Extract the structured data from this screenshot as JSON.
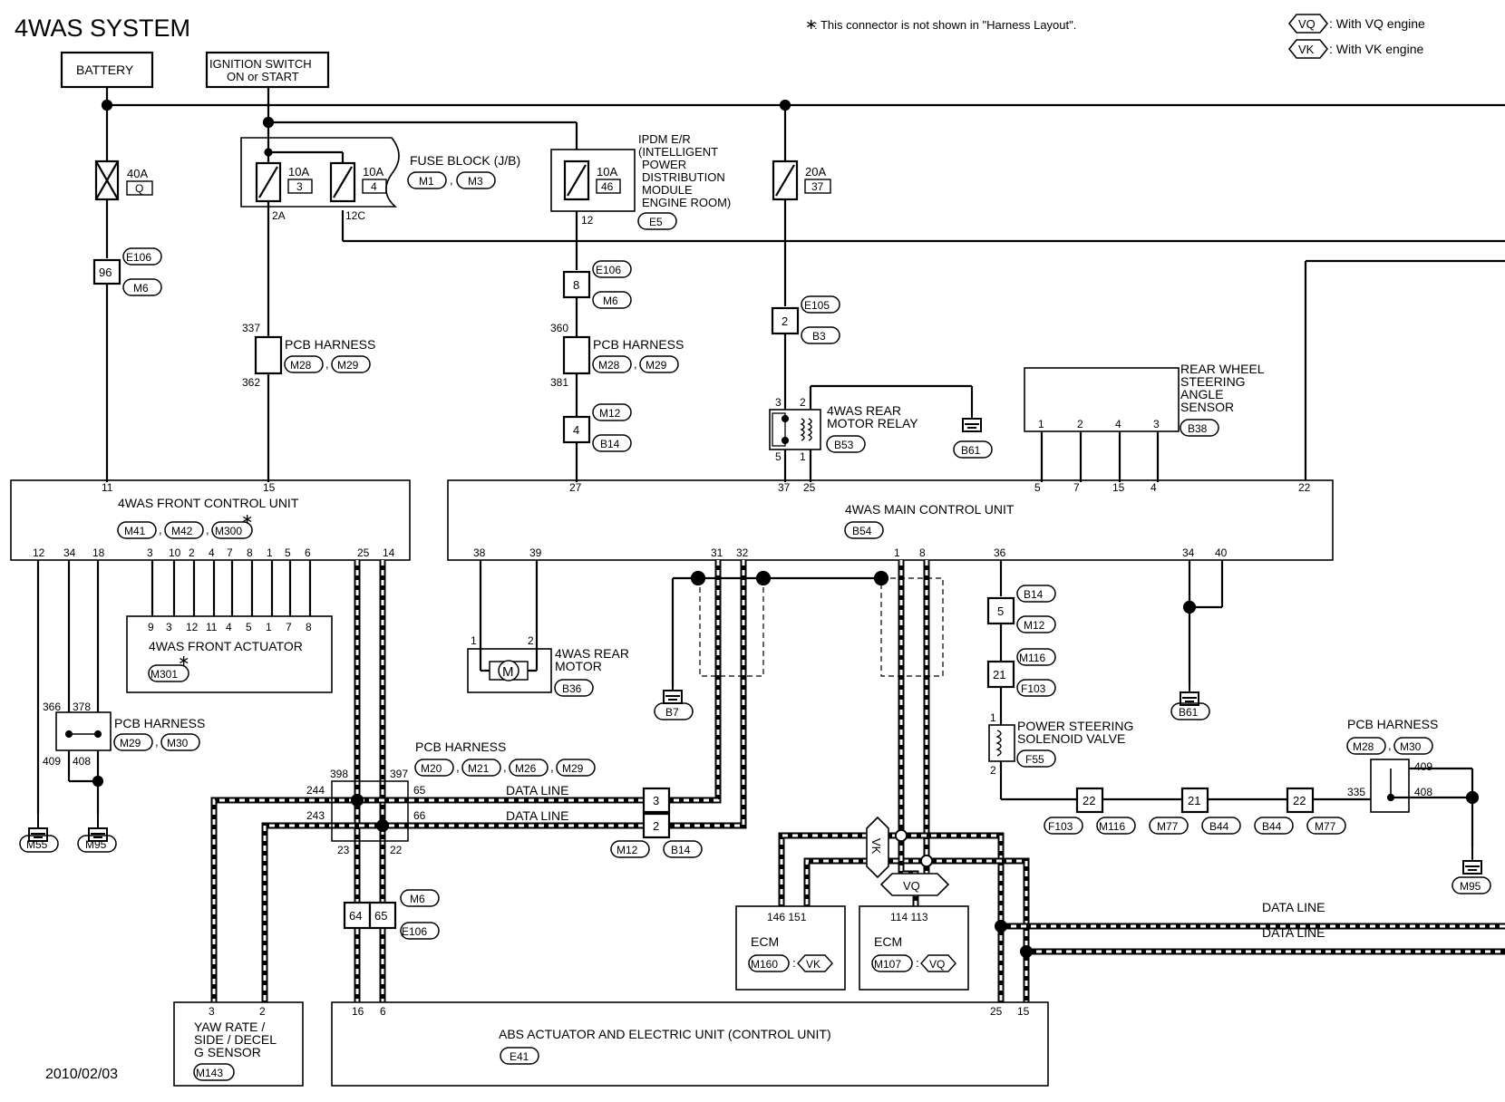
{
  "title": "4WAS SYSTEM",
  "notes": {
    "star": "∗",
    "star_text": ": This connector is not shown in \"Harness Layout\".",
    "vq_tag": "VQ",
    "vq_text": ": With VQ engine",
    "vk_tag": "VK",
    "vk_text": ": With VK engine"
  },
  "date": "2010/02/03",
  "power": {
    "battery": "BATTERY",
    "ignition_line1": "IGNITION SWITCH",
    "ignition_line2": "ON or START"
  },
  "fuses": {
    "f40_amp": "40A",
    "f40_id": "Q",
    "f10a_amp": "10A",
    "f10a_id": "3",
    "f10b_amp": "10A",
    "f10b_id": "4",
    "f10c_amp": "10A",
    "f10c_id": "46",
    "f20_amp": "20A",
    "f20_id": "37"
  },
  "fuse_block": {
    "name": "FUSE BLOCK (J/B)",
    "c1": "M1",
    "c2": "M3",
    "pin_a": "2A",
    "pin_b": "12C"
  },
  "ipdm": {
    "line1": "IPDM E/R",
    "line2": "(INTELLIGENT",
    "line3": "POWER",
    "line4": "DISTRIBUTION",
    "line5": "MODULE",
    "line6": "ENGINE ROOM)",
    "conn": "E5",
    "pin": "12"
  },
  "j96": {
    "pin": "96",
    "c1": "E106",
    "c2": "M6"
  },
  "j8": {
    "pin": "8",
    "c1": "E106",
    "c2": "M6"
  },
  "j2": {
    "pin": "2",
    "c1": "E105",
    "c2": "B3"
  },
  "j4": {
    "pin": "4",
    "c1": "M12",
    "c2": "B14"
  },
  "pcb1": {
    "name": "PCB HARNESS",
    "c1": "M28",
    "c2": "M29",
    "top": "337",
    "bottom": "362"
  },
  "pcb2": {
    "name": "PCB HARNESS",
    "c1": "M28",
    "c2": "M29",
    "top": "360",
    "bottom": "381"
  },
  "relay": {
    "line1": "4WAS REAR",
    "line2": "MOTOR RELAY",
    "conn": "B53",
    "p3": "3",
    "p2": "2",
    "p5": "5",
    "p1": "1",
    "ground": "B61"
  },
  "rws": {
    "line1": "REAR WHEEL",
    "line2": "STEERING",
    "line3": "ANGLE",
    "line4": "SENSOR",
    "conn": "B38",
    "pins": [
      "1",
      "2",
      "4",
      "3"
    ]
  },
  "fcu": {
    "name": "4WAS FRONT CONTROL UNIT",
    "c1": "M41",
    "c2": "M42",
    "c3": "M300",
    "top_pins": [
      "11",
      "15"
    ],
    "bottom_pins": [
      "12",
      "34",
      "18",
      "3",
      "10",
      "2",
      "4",
      "7",
      "8",
      "1",
      "5",
      "6",
      "25",
      "14"
    ]
  },
  "mcu": {
    "name": "4WAS MAIN CONTROL UNIT",
    "conn": "B54",
    "top_pins": [
      "27",
      "37",
      "25",
      "5",
      "7",
      "15",
      "4",
      "22"
    ],
    "bottom_pins": [
      "38",
      "39",
      "31",
      "32",
      "1",
      "8",
      "36",
      "34",
      "40"
    ]
  },
  "actuator": {
    "name": "4WAS FRONT ACTUATOR",
    "conn": "M301",
    "pins": [
      "9",
      "3",
      "12",
      "11",
      "4",
      "5",
      "1",
      "7",
      "8"
    ]
  },
  "motor": {
    "line1": "4WAS REAR",
    "line2": "MOTOR",
    "conn": "B36",
    "p1": "1",
    "p2": "2",
    "symbol": "M"
  },
  "grounds": {
    "b87": "B7",
    "b61b": "B61",
    "m55": "M55",
    "m95a": "M95",
    "m95b": "M95"
  },
  "pcb3": {
    "name": "PCB HARNESS",
    "c1": "M29",
    "c2": "M30",
    "p366": "366",
    "p378": "378",
    "p409": "409",
    "p408": "408"
  },
  "pcb4": {
    "name": "PCB HARNESS",
    "c1": "M20",
    "c2": "M21",
    "c3": "M26",
    "c4": "M29",
    "p398": "398",
    "p397": "397",
    "p244": "244",
    "p65": "65",
    "p243": "243",
    "p66": "66",
    "p23": "23",
    "p22": "22"
  },
  "pcb5": {
    "name": "PCB HARNESS",
    "c1": "M28",
    "c2": "M30",
    "p409": "409",
    "p335": "335",
    "p408": "408"
  },
  "data_line": "DATA LINE",
  "j3_2": {
    "p3": "3",
    "p2": "2",
    "c1": "M12",
    "c2": "B14"
  },
  "j64_65": {
    "p64": "64",
    "p65": "65",
    "c1": "M6",
    "c2": "E106"
  },
  "ps_chain": {
    "p5": "5",
    "c5a": "B14",
    "c5b": "M12",
    "p21": "21",
    "c21a": "M116",
    "c21b": "F103"
  },
  "pssv": {
    "line1": "POWER STEERING",
    "line2": "SOLENOID VALVE",
    "conn": "F55",
    "p1": "1",
    "p2": "2"
  },
  "j22": {
    "a": "22",
    "a1": "F103",
    "a2": "M116",
    "b": "21",
    "b1": "M77",
    "b2": "B44",
    "c": "22",
    "c1": "B44",
    "c2": "M77"
  },
  "ecm_vk": {
    "name": "ECM",
    "conn": "M160",
    "tag": "VK",
    "pins": "146 151"
  },
  "ecm_vq": {
    "name": "ECM",
    "conn": "M107",
    "tag": "VQ",
    "pins": "114 113"
  },
  "vk_diamond": "VK",
  "vq_diamond": "VQ",
  "yaw": {
    "line1": "YAW RATE /",
    "line2": "SIDE / DECEL",
    "line3": "G SENSOR",
    "conn": "M143",
    "p3": "3",
    "p2": "2"
  },
  "abs": {
    "name": "ABS ACTUATOR AND ELECTRIC UNIT (CONTROL UNIT)",
    "conn": "E41",
    "p16": "16",
    "p6": "6",
    "p25": "25",
    "p15": "15"
  }
}
